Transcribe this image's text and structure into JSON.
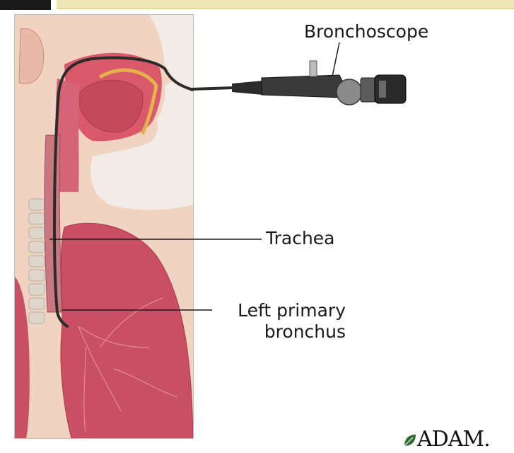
{
  "labels": {
    "bronchoscope": "Bronchoscope",
    "trachea": "Trachea",
    "bronchus_line1": "Left primary",
    "bronchus_line2": "bronchus"
  },
  "logo": {
    "text": "ADAM."
  },
  "colors": {
    "skin": "#f1d3c2",
    "tissue": "#d9586a",
    "lung": "#c94f63",
    "scope": "#2b2b2b",
    "label": "#1a1a1a"
  }
}
